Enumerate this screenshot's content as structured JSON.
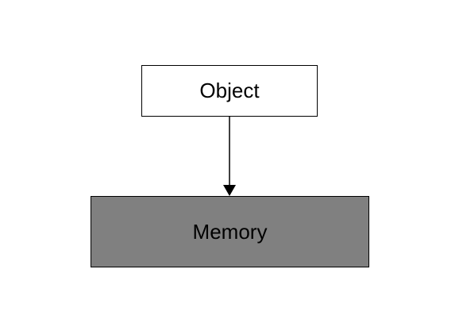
{
  "diagram": {
    "nodes": [
      {
        "id": "object",
        "label": "Object",
        "fill": "#ffffff"
      },
      {
        "id": "memory",
        "label": "Memory",
        "fill": "#808080"
      }
    ],
    "edges": [
      {
        "from": "object",
        "to": "memory",
        "directed": true
      }
    ]
  }
}
